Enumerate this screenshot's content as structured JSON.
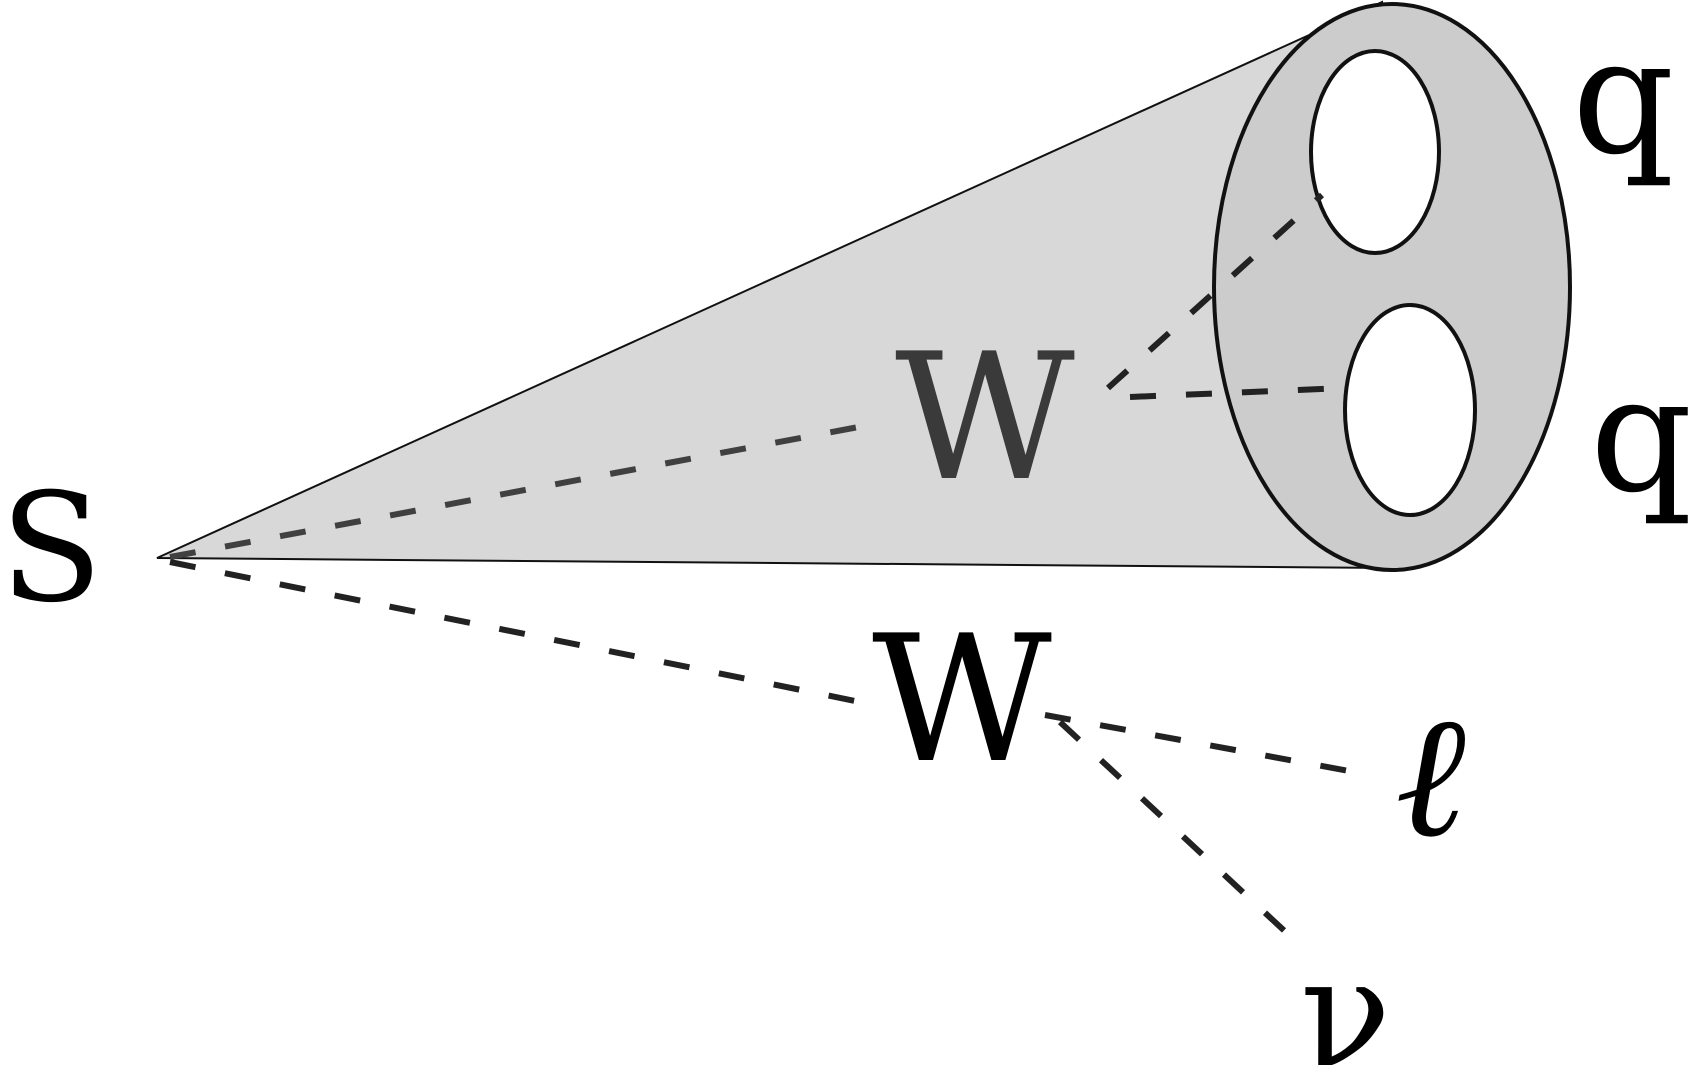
{
  "labels": {
    "s": "S",
    "w_hadronic": "W",
    "w_leptonic": "W",
    "quark_top": "q",
    "quark_bottom": "q",
    "lepton": "ℓ",
    "neutrino": "ν"
  },
  "colors": {
    "cone_fill": "#d8d8d8",
    "jet_disk_fill": "#cccccc",
    "outline": "#111111",
    "dashed_line": "#222222",
    "dashed_line_in_cone": "#404040",
    "hadronic_w_text": "#3a3a3a",
    "background": "#ffffff"
  }
}
